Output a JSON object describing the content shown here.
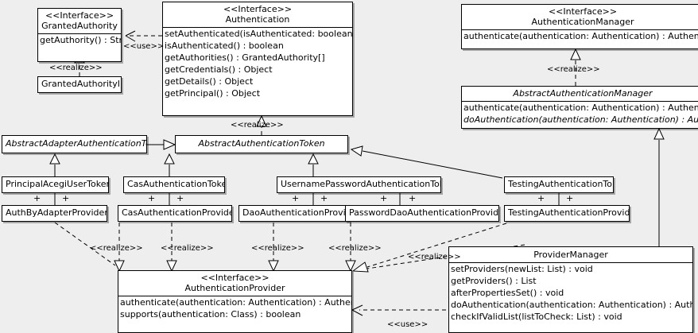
{
  "diagram": {
    "type": "uml-class-diagram",
    "background_color": "#eeeeee",
    "box_fill": "#ffffff",
    "line_color": "#000000"
  },
  "classes": {
    "granted_authority": {
      "stereotype": "<<Interface>>",
      "name": "GrantedAuthority",
      "operations": [
        "getAuthority() : String"
      ]
    },
    "granted_authority_impl": {
      "name": "GrantedAuthorityImpl",
      "operations": []
    },
    "authentication": {
      "stereotype": "<<Interface>>",
      "name": "Authentication",
      "operations": [
        "setAuthenticated(isAuthenticated: boolean) : void",
        "isAuthenticated() : boolean",
        "getAuthorities() : GrantedAuthority[]",
        "getCredentials() : Object",
        "getDetails() : Object",
        "getPrincipal() : Object"
      ]
    },
    "authentication_manager": {
      "stereotype": "<<Interface>>",
      "name": "AuthenticationManager",
      "operations": [
        "authenticate(authentication: Authentication) : Authentication"
      ]
    },
    "abstract_authentication_manager": {
      "name": "AbstractAuthenticationManager",
      "abstract": true,
      "operations": [
        "authenticate(authentication: Authentication) : Authentication",
        "doAuthentication(authentication: Authentication) : Authentication"
      ],
      "abstract_operations": [
        false,
        true
      ]
    },
    "abstract_adapter_authentication_token": {
      "name": "AbstractAdapterAuthenticationToken",
      "abstract": true,
      "operations": []
    },
    "abstract_authentication_token": {
      "name": "AbstractAuthenticationToken",
      "abstract": true,
      "operations": []
    },
    "principal_acegi_user_token": {
      "name": "PrincipalAcegiUserToken",
      "operations": []
    },
    "cas_authentication_token": {
      "name": "CasAuthenticationToken",
      "operations": []
    },
    "username_password_authentication_token": {
      "name": "UsernamePasswordAuthenticationToken",
      "operations": []
    },
    "testing_authentication_token": {
      "name": "TestingAuthenticationToken",
      "operations": []
    },
    "auth_by_adapter_provider": {
      "name": "AuthByAdapterProvider",
      "operations": []
    },
    "cas_authentication_provider": {
      "name": "CasAuthenticationProvider",
      "operations": []
    },
    "dao_authentication_provider": {
      "name": "DaoAuthenticationProvider",
      "operations": []
    },
    "password_dao_authentication_provider": {
      "name": "PasswordDaoAuthenticationProvider",
      "operations": []
    },
    "testing_authentication_provider": {
      "name": "TestingAuthenticationProvider",
      "operations": []
    },
    "authentication_provider": {
      "stereotype": "<<Interface>>",
      "name": "AuthenticationProvider",
      "operations": [
        "authenticate(authentication: Authentication) : Authentication",
        "supports(authentication: Class) : boolean"
      ]
    },
    "provider_manager": {
      "name": "ProviderManager",
      "operations": [
        "setProviders(newList: List) : void",
        "getProviders() : List",
        "afterPropertiesSet() : void",
        "doAuthentication(authentication: Authentication) : Authentication",
        "checkIfValidList(listToCheck: List) : void"
      ]
    }
  },
  "relationship_labels": {
    "use_authentication_granted": "<<use>>",
    "realize_granted_impl": "<<realize>>",
    "realize_authentication_token": "<<realize>>",
    "realize_authentication_manager": "<<realize>>",
    "realize_auth_by_adapter": "<<realize>>",
    "realize_cas_provider": "<<realize>>",
    "realize_dao_provider": "<<realize>>",
    "realize_password_dao_provider": "<<realize>>",
    "realize_provider_manager": "<<realize>>",
    "use_provider_manager": "<<use>>"
  },
  "multiplicity": {
    "marker": "+"
  }
}
